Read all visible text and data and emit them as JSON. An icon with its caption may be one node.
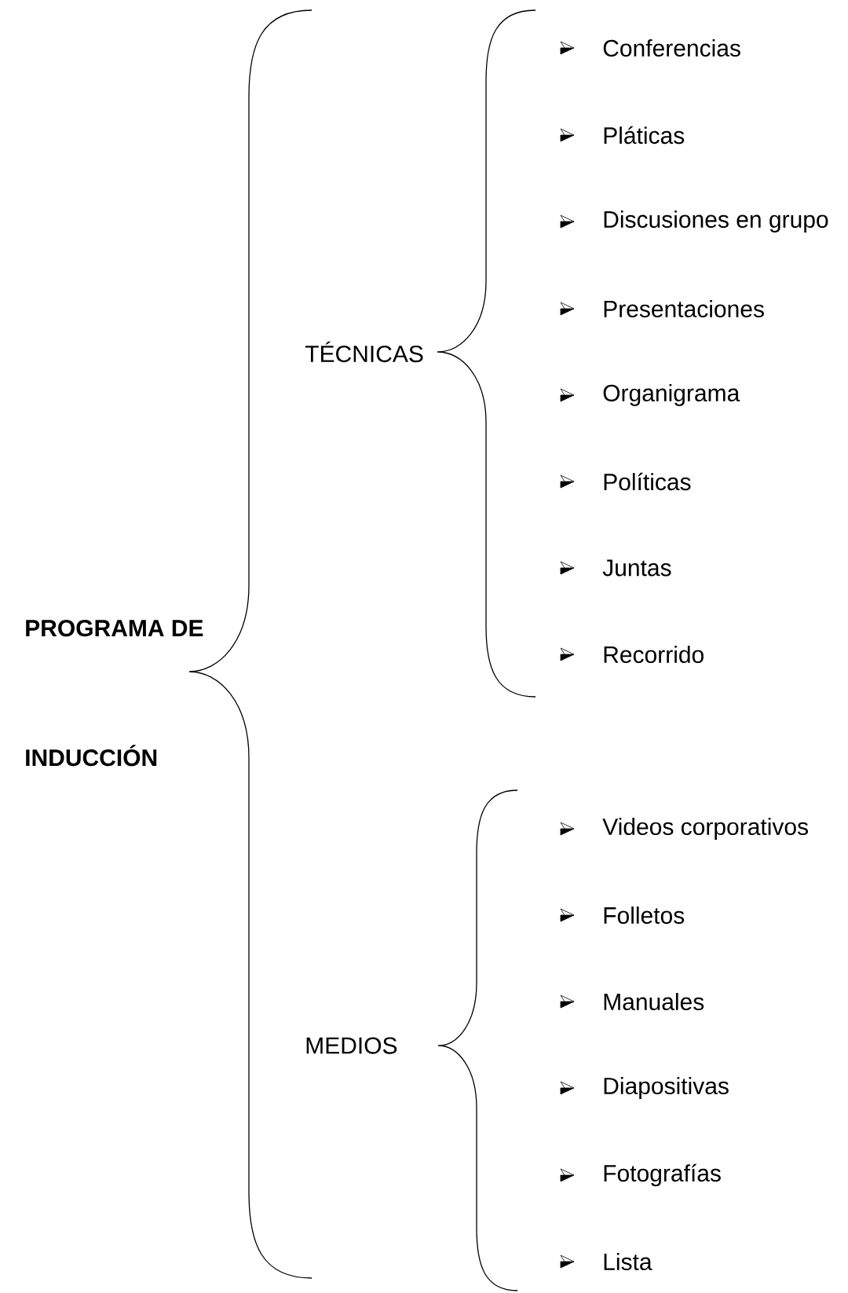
{
  "diagram": {
    "labels": [
      "PROGRAMA DE INDUCCIÓN",
      "TÉCNICAS",
      "Conferencias",
      "Pláticas",
      "Discusiones en grupo",
      "Presentaciones",
      "Organigrama",
      "Políticas",
      "Juntas",
      "Recorrido",
      "MEDIOS",
      "Videos corporativos",
      "Folletos",
      "Manuales",
      "Diapositivas",
      "Fotografías",
      "Lista"
    ]
  }
}
